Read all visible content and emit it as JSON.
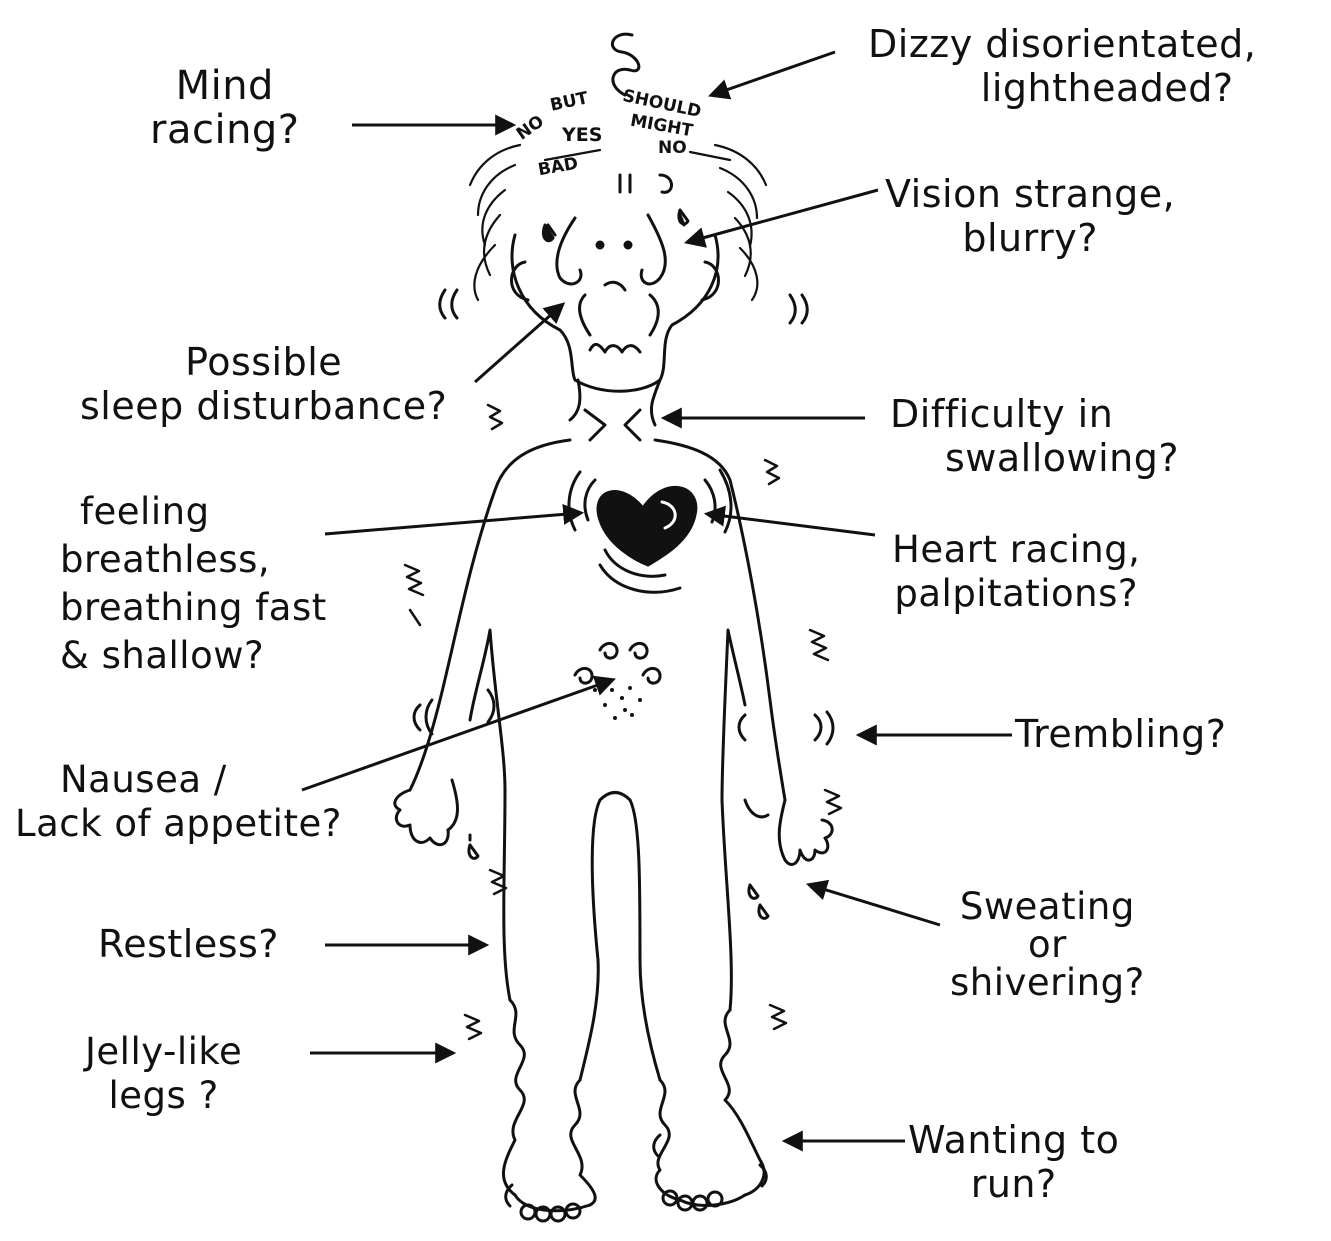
{
  "labels": {
    "mind": [
      "Mind",
      "racing?"
    ],
    "dizzy": [
      "Dizzy disorientated,",
      "lightheaded?"
    ],
    "vision": [
      "Vision strange,",
      "blurry?"
    ],
    "sleep": [
      "Possible",
      "sleep disturbance?"
    ],
    "swallow": [
      "Difficulty in",
      "swallowing?"
    ],
    "breath": [
      "feeling",
      "breathless,",
      "breathing fast",
      "& shallow?"
    ],
    "heart": [
      "Heart racing,",
      "palpitations?"
    ],
    "trembling": [
      "Trembling?"
    ],
    "nausea": [
      "Nausea /",
      "Lack of appetite?"
    ],
    "restless": [
      "Restless?"
    ],
    "sweating": [
      "Sweating",
      "or",
      "shivering?"
    ],
    "jelly": [
      "Jelly-like",
      "legs ?"
    ],
    "run": [
      "Wanting to",
      "run?"
    ]
  },
  "head_words": [
    "NO",
    "BUT",
    "SHOULD",
    "YES",
    "MIGHT",
    "NO",
    "BAD"
  ],
  "colors": {
    "ink": "#111111",
    "paper": "#ffffff"
  }
}
